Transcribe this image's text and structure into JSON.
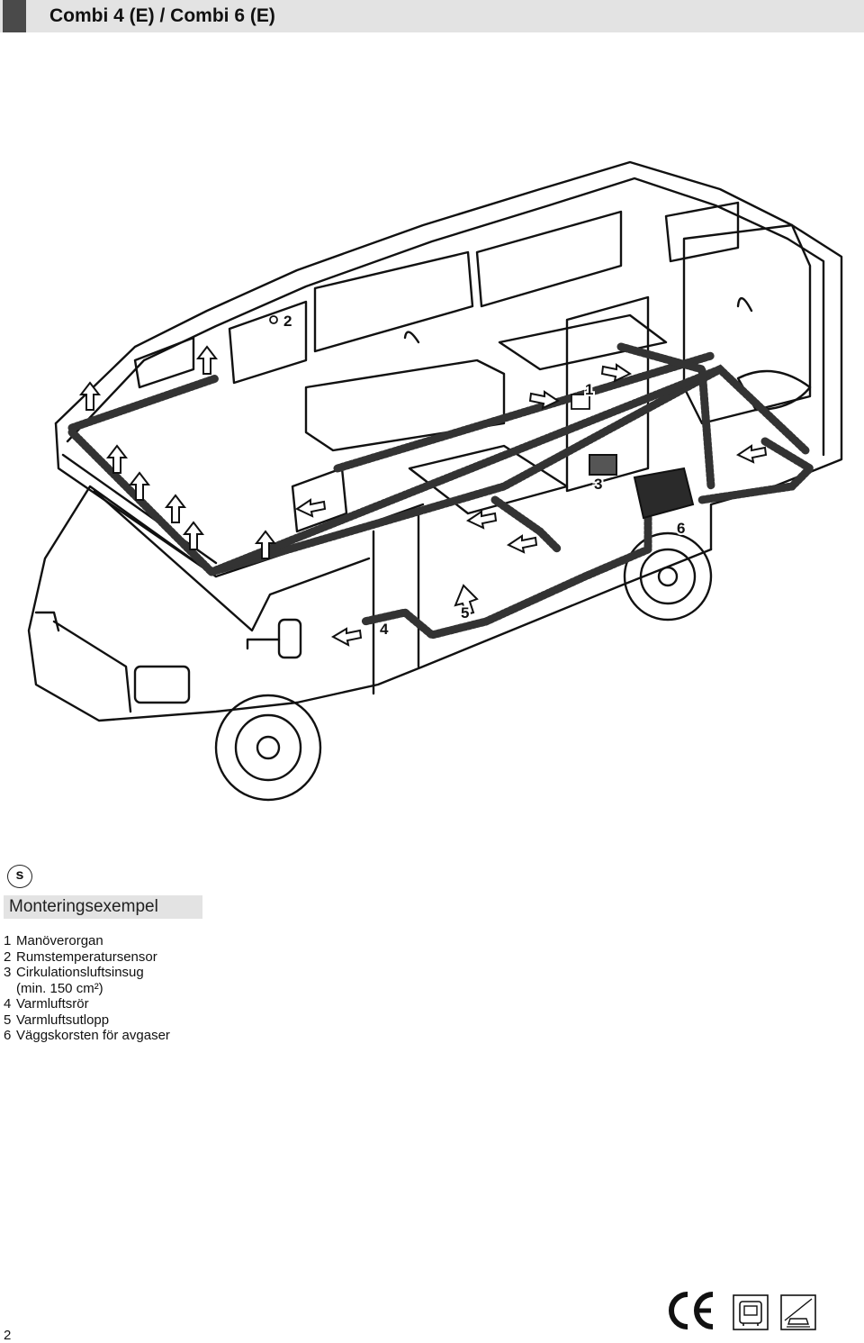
{
  "header": {
    "title": "Combi 4 (E) / Combi 6 (E)"
  },
  "figure": {
    "callouts": [
      {
        "label": "1"
      },
      {
        "label": "2"
      },
      {
        "label": "3"
      },
      {
        "label": "4"
      },
      {
        "label": "5"
      },
      {
        "label": "6"
      }
    ]
  },
  "language": {
    "code": "s"
  },
  "section": {
    "title": "Monteringsexempel"
  },
  "legend": {
    "items": [
      {
        "num": "1",
        "text": "Manöverorgan"
      },
      {
        "num": "2",
        "text": "Rumstemperatursensor"
      },
      {
        "num": "3",
        "text": "Cirkulationsluftsinsug"
      },
      {
        "num": "",
        "text": "(min. 150 cm²)"
      },
      {
        "num": "4",
        "text": "Varmluftsrör"
      },
      {
        "num": "5",
        "text": "Varmluftsutlopp"
      },
      {
        "num": "6",
        "text": "Väggskorsten för avgaser"
      }
    ]
  },
  "footer": {
    "page_number": "2"
  },
  "icons": {
    "ce": "ce-mark-icon",
    "cert_a": "certification-box-icon",
    "cert_b": "certification-triangle-icon"
  }
}
